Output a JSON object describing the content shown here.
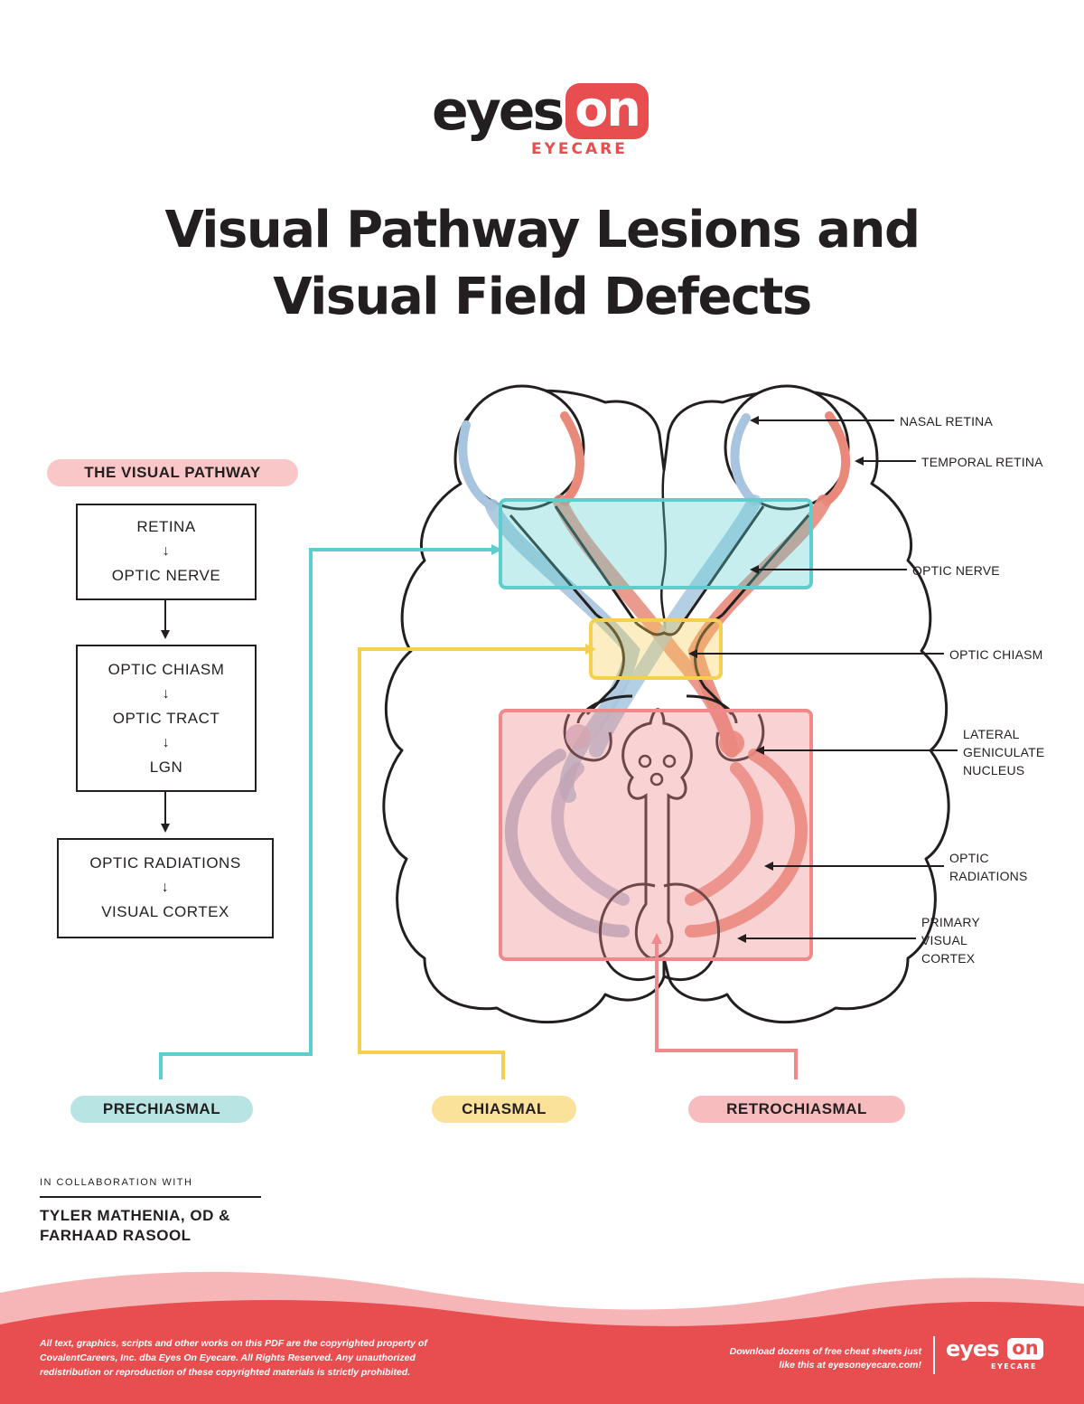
{
  "logo": {
    "eyes": "eyes",
    "on": "on",
    "eyecare": "EYECARE"
  },
  "title": {
    "line1": "Visual Pathway Lesions and",
    "line2": "Visual Field Defects"
  },
  "pathway": {
    "heading": "THE VISUAL PATHWAY",
    "box1": [
      "RETINA",
      "OPTIC NERVE"
    ],
    "box2": [
      "OPTIC CHIASM",
      "OPTIC TRACT",
      "LGN"
    ],
    "box3": [
      "OPTIC RADIATIONS",
      "VISUAL CORTEX"
    ],
    "arrow": "↓"
  },
  "labels": {
    "nasal_retina": "NASAL RETINA",
    "temporal_retina": "TEMPORAL RETINA",
    "optic_nerve": "OPTIC NERVE",
    "optic_chiasm": "OPTIC CHIASM",
    "lgn": "LATERAL GENICULATE NUCLEUS",
    "optic_radiations": "OPTIC RADIATIONS",
    "visual_cortex": "PRIMARY VISUAL CORTEX"
  },
  "categories": {
    "prechiasmal": "PRECHIASMAL",
    "chiasmal": "CHIASMAL",
    "retrochiasmal": "RETROCHIASMAL"
  },
  "colors": {
    "brand_red": "#e84d4f",
    "prechiasmal": "#5dcdce",
    "chiasmal": "#f7cf4f",
    "retrochiasmal": "#ef8a8c",
    "nasal_blue": "#a7c5de",
    "temporal_salmon": "#e8897a"
  },
  "collab": {
    "small": "IN COLLABORATION WITH",
    "name1": "TYLER MATHENIA, OD &",
    "name2": "FARHAAD RASOOL"
  },
  "footer": {
    "copyright": "All text, graphics, scripts and other works on this PDF are the copyrighted property of CovalentCareers, Inc. dba Eyes On Eyecare. All Rights Reserved. Any unauthorized redistribution or reproduction of these copyrighted materials is strictly prohibited.",
    "download": "Download dozens of free cheat sheets just like this at eyesoneyecare.com!"
  }
}
